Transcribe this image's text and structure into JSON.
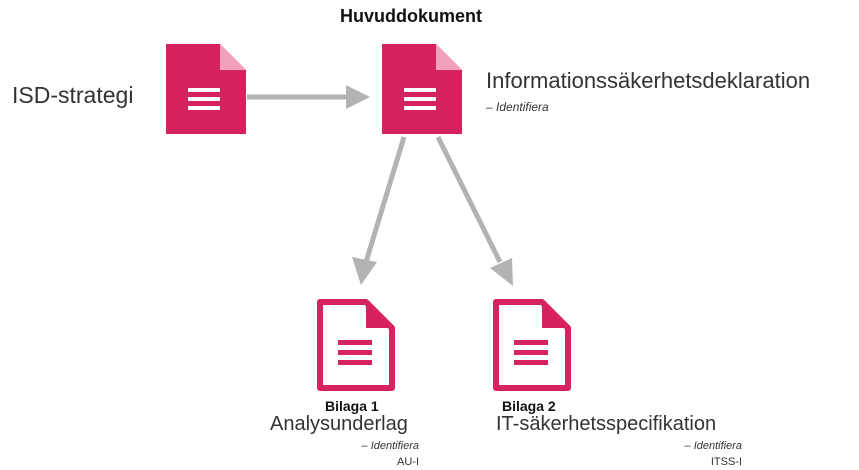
{
  "colors": {
    "doc_fill": "#d6225e",
    "doc_fold": "#f2a1bc",
    "doc_lines": "#ffffff",
    "arrow": "#b3b3b3",
    "text": "#333333"
  },
  "icons": {
    "document": "document-icon",
    "arrow": "arrow-right-icon"
  },
  "main": {
    "heading": "Huvuddokument",
    "title": "Informationssäkerhetsdeklaration",
    "subtitle": "– Identifiera"
  },
  "strategy": {
    "label": "ISD-strategi"
  },
  "appendix1": {
    "heading": "Bilaga 1",
    "title": "Analysunderlag",
    "subtitle": "– Identifiera",
    "code": "AU-I"
  },
  "appendix2": {
    "heading": "Bilaga 2",
    "title": "IT-säkerhetsspecifikation",
    "subtitle": "– Identifiera",
    "code": "ITSS-I"
  }
}
